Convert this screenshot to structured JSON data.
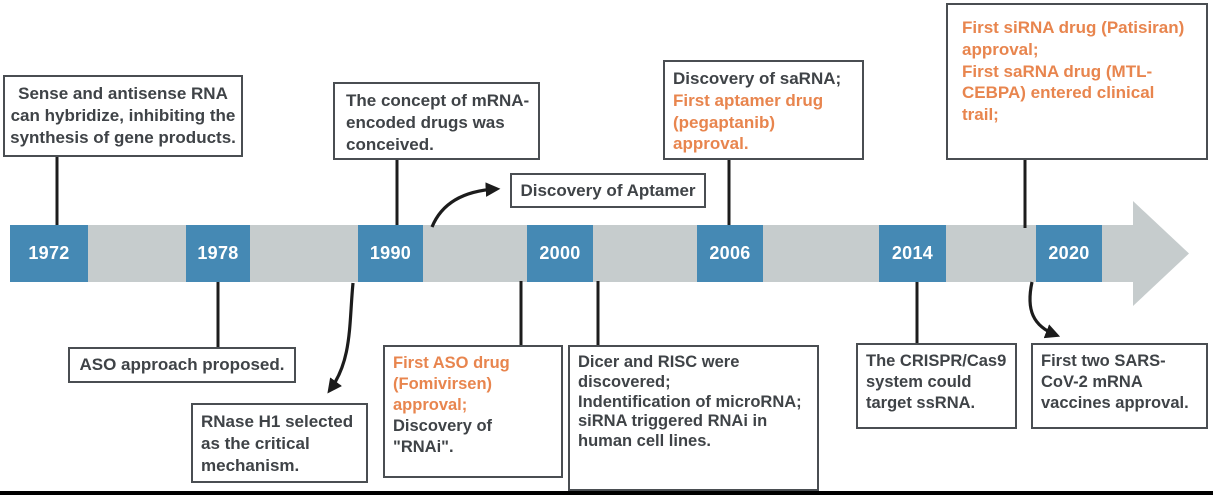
{
  "figure": {
    "type": "timeline",
    "subject": "History of RNA-based drug discovery"
  },
  "colors": {
    "year_box_blue": "#4589b4",
    "bar_gray": "#c6cccd",
    "highlight_orange": "#e8854e",
    "text_dark": "#3f4347",
    "connector_black": "#1c1c1c"
  },
  "timeline": {
    "years": [
      "1972",
      "1978",
      "1990",
      "2000",
      "2006",
      "2014",
      "2020"
    ]
  },
  "events": {
    "sense": "Sense and antisense RNA can hybridize, inhibiting the synthesis of gene products.",
    "aso_proposed": "ASO approach proposed.",
    "rnase": "RNase H1 selected as the critical mechanism.",
    "mrna_concept": "The concept of mRNA-encoded drugs was conceived.",
    "aptamer_discovery": "Discovery of Aptamer",
    "first_aso_line1": "First ASO drug (Fomivirsen) approval;",
    "first_aso_line2": "Discovery of \"RNAi\".",
    "dicer_line1": "Dicer and RISC were discovered;",
    "dicer_line2": "Indentification of microRNA;",
    "dicer_line3": "siRNA triggered RNAi in human cell lines.",
    "sarna_line1": "Discovery of saRNA;",
    "sarna_line2": "First aptamer drug (pegaptanib) approval.",
    "crispr": "The CRISPR/Cas9 system could target ssRNA.",
    "sirna_line1": "First siRNA drug (Patisiran) approval;",
    "sirna_line2": "First saRNA drug (MTL-CEBPA) entered clinical trail;",
    "sars_vaccine": "First two SARS-CoV-2 mRNA vaccines approval."
  }
}
